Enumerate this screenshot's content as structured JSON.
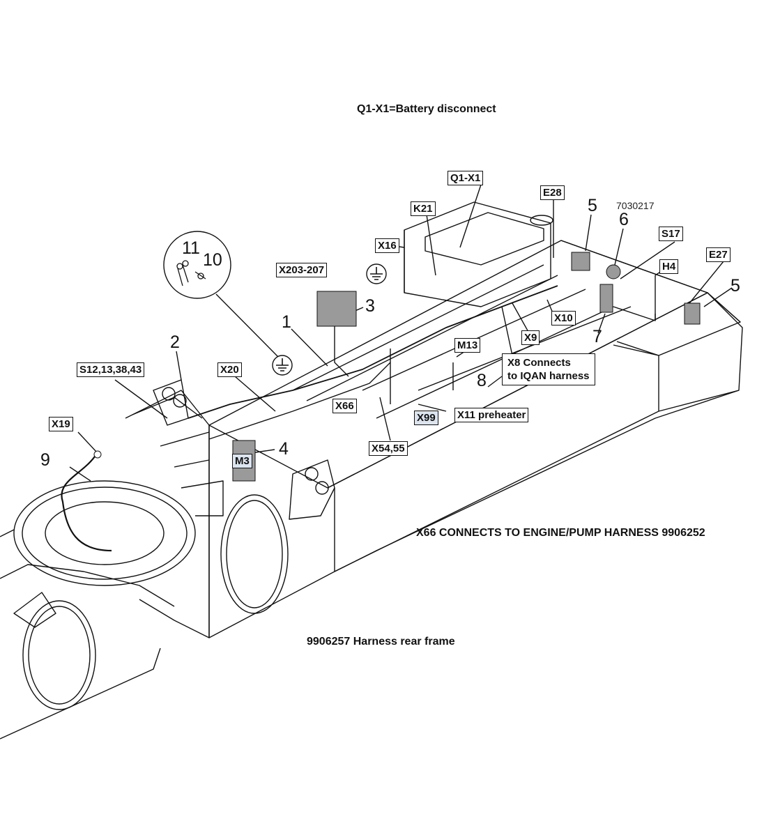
{
  "notes": {
    "battery": "Q1-X1=Battery disconnect",
    "x66": "X66 CONNECTS TO ENGINE/PUMP HARNESS 9906252",
    "harness": "9906257 Harness rear frame",
    "drawing_number": "7030217"
  },
  "labels": {
    "q1x1": "Q1-X1",
    "e28": "E28",
    "k21": "K21",
    "x16": "X16",
    "s17": "S17",
    "h4": "H4",
    "e27": "E27",
    "x203": "X203-207",
    "x10": "X10",
    "x9": "X9",
    "m13": "M13",
    "x8": "X8 Connects\nto IQAN harness",
    "s12": "S12,13,38,43",
    "x20": "X20",
    "x66": "X66",
    "x99": "X99",
    "x11": "X11 preheater",
    "x54": "X54,55",
    "x19": "X19",
    "m3": "M3"
  },
  "callouts": {
    "n1": "1",
    "n2": "2",
    "n3": "3",
    "n4": "4",
    "n5a": "5",
    "n5b": "5",
    "n6": "6",
    "n7": "7",
    "n8": "8",
    "n9": "9",
    "n10": "10",
    "n11": "11"
  },
  "colors": {
    "line": "#111111",
    "component_fill": "#9a9a9a",
    "highlight_label": "#dbe4ef"
  }
}
